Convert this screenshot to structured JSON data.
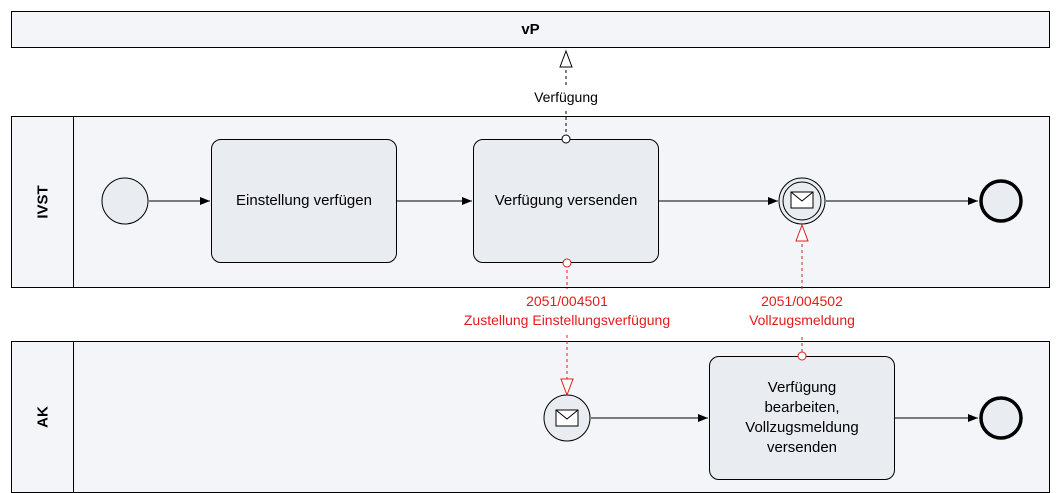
{
  "pools": {
    "vp": {
      "title": "vP"
    },
    "ivst": {
      "title": "IVST"
    },
    "ak": {
      "title": "AK"
    }
  },
  "tasks": {
    "einstellung": "Einstellung verfügen",
    "versenden": "Verfügung versenden",
    "bearbeiten_lines": [
      "Verfügung",
      "bearbeiten,",
      "Vollzugsmeldung",
      "versenden"
    ]
  },
  "messages": {
    "verfuegung": "Verfügung",
    "zustellung_code": "2051/004501",
    "zustellung_name": "Zustellung Einstellungsverfügung",
    "vollzug_code": "2051/004502",
    "vollzug_name": "Vollzugsmeldung"
  },
  "colors": {
    "message_flow_external": "#e31b1b",
    "message_flow_internal": "#000000",
    "task_fill": "#e9ecf1",
    "pool_fill": "#f3f5f8"
  }
}
